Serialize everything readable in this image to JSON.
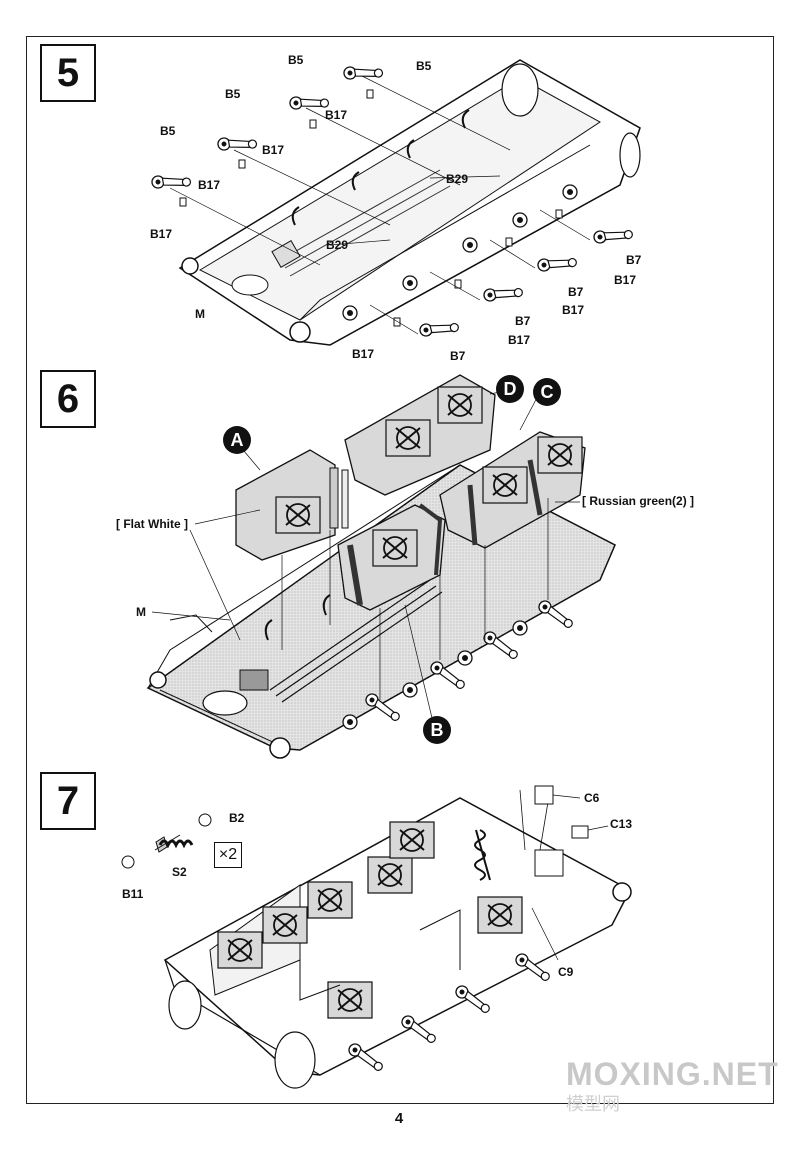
{
  "page_number": "4",
  "steps": [
    {
      "number": "5",
      "labels": {
        "b5_a": "B5",
        "b5_b": "B5",
        "b5_c": "B5",
        "b5_d": "B5",
        "b17_a": "B17",
        "b17_b": "B17",
        "b17_c": "B17",
        "b17_d": "B17",
        "b29_a": "B29",
        "b29_b": "B29",
        "m": "M",
        "b7_a": "B7",
        "b7_b": "B7",
        "b7_c": "B7",
        "b7_d": "B7",
        "b17_e": "B17",
        "b17_f": "B17",
        "b17_g": "B17",
        "b17_h": "B17"
      }
    },
    {
      "number": "6",
      "badges": {
        "a": "A",
        "b": "B",
        "c": "C",
        "d": "D"
      },
      "paint_flat_white": "[ Flat White ]",
      "paint_russian_green": "[ Russian green(2) ]",
      "m": "M"
    },
    {
      "number": "7",
      "labels": {
        "b2": "B2",
        "s2": "S2",
        "b11": "B11",
        "c6": "C6",
        "c13": "C13",
        "c9": "C9"
      },
      "multiplier": "×2"
    }
  ],
  "watermark": {
    "main": "MOXING.NET",
    "sub": "模型网"
  }
}
